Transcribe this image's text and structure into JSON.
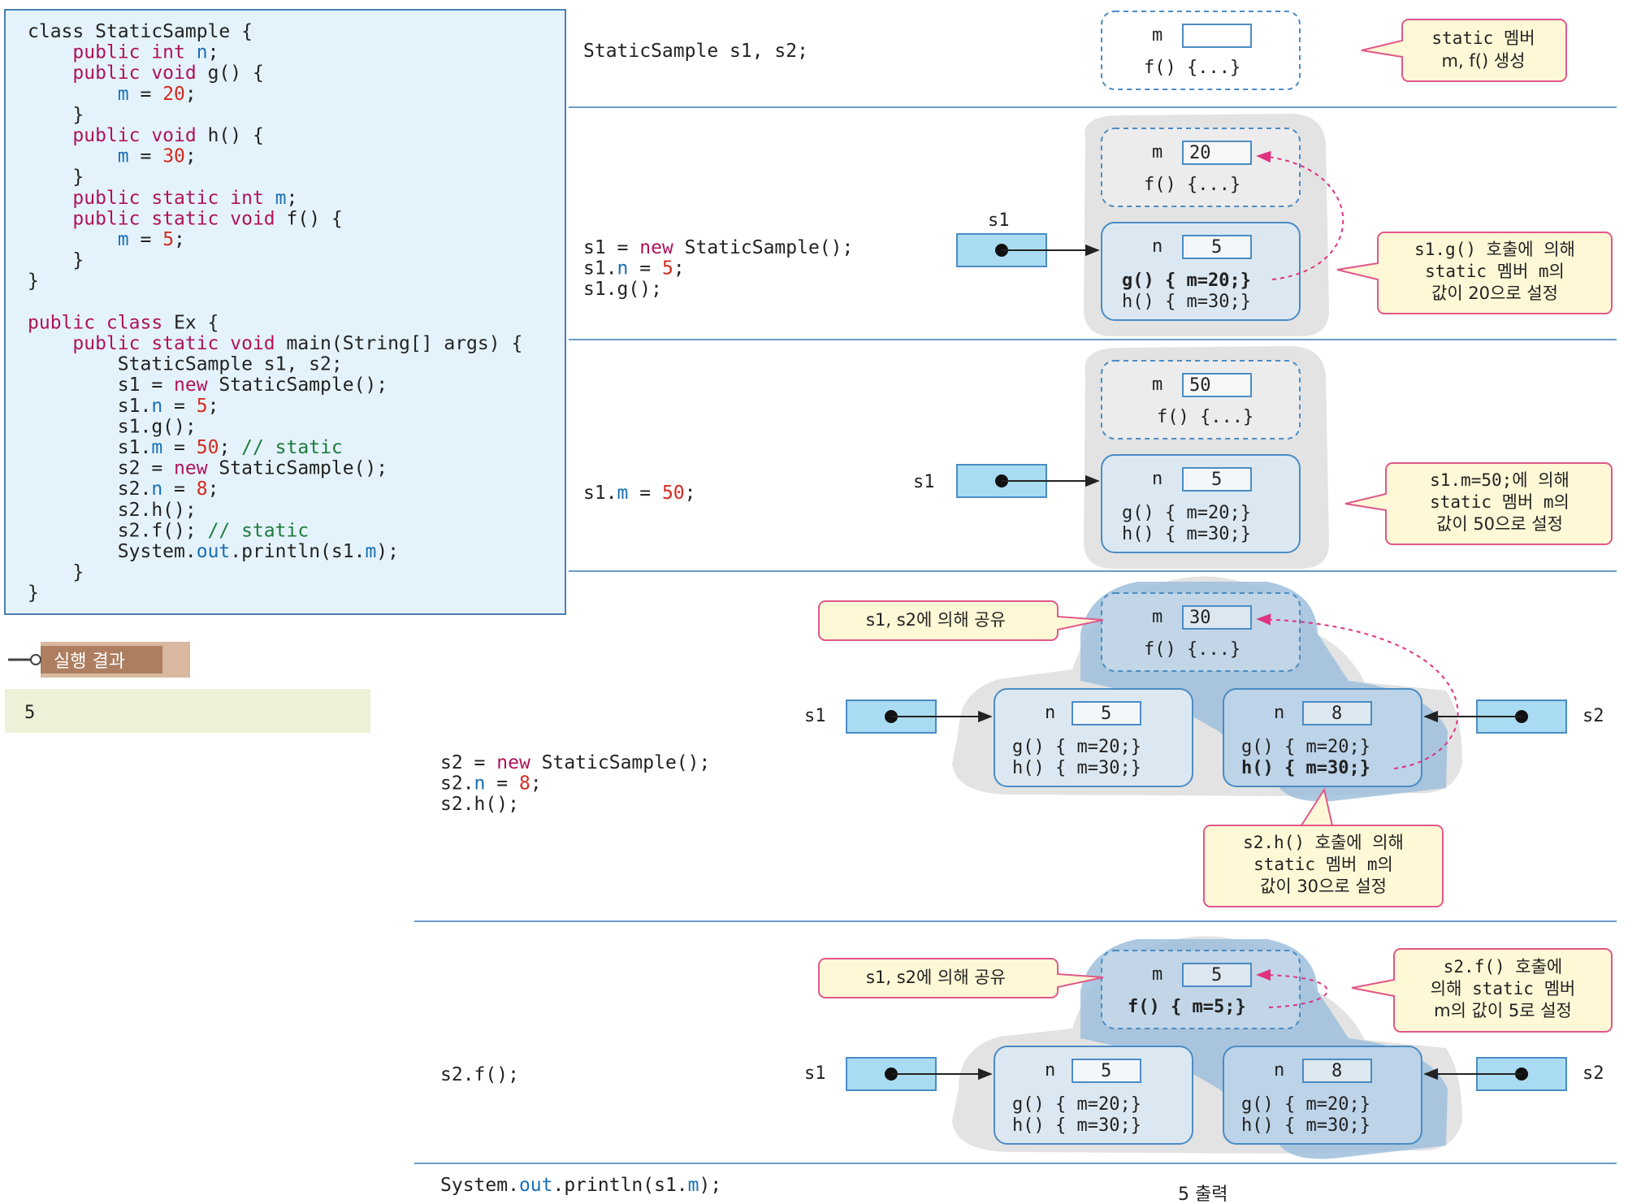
{
  "source_code": [
    [
      {
        "t": "class StaticSample {",
        "c": "plain"
      }
    ],
    [
      {
        "t": "    ",
        "c": "plain"
      },
      {
        "t": "public int ",
        "c": "kw"
      },
      {
        "t": "n",
        "c": "fld"
      },
      {
        "t": ";",
        "c": "plain"
      }
    ],
    [
      {
        "t": "    ",
        "c": "plain"
      },
      {
        "t": "public void ",
        "c": "kw"
      },
      {
        "t": "g() {",
        "c": "plain"
      }
    ],
    [
      {
        "t": "        ",
        "c": "plain"
      },
      {
        "t": "m",
        "c": "fld"
      },
      {
        "t": " = ",
        "c": "plain"
      },
      {
        "t": "20",
        "c": "num"
      },
      {
        "t": ";",
        "c": "plain"
      }
    ],
    [
      {
        "t": "    }",
        "c": "plain"
      }
    ],
    [
      {
        "t": "    ",
        "c": "plain"
      },
      {
        "t": "public void ",
        "c": "kw"
      },
      {
        "t": "h() {",
        "c": "plain"
      }
    ],
    [
      {
        "t": "        ",
        "c": "plain"
      },
      {
        "t": "m",
        "c": "fld"
      },
      {
        "t": " = ",
        "c": "plain"
      },
      {
        "t": "30",
        "c": "num"
      },
      {
        "t": ";",
        "c": "plain"
      }
    ],
    [
      {
        "t": "    }",
        "c": "plain"
      }
    ],
    [
      {
        "t": "    ",
        "c": "plain"
      },
      {
        "t": "public static int ",
        "c": "kw"
      },
      {
        "t": "m",
        "c": "fld"
      },
      {
        "t": ";",
        "c": "plain"
      }
    ],
    [
      {
        "t": "    ",
        "c": "plain"
      },
      {
        "t": "public static void ",
        "c": "kw"
      },
      {
        "t": "f() {",
        "c": "plain"
      }
    ],
    [
      {
        "t": "        ",
        "c": "plain"
      },
      {
        "t": "m",
        "c": "fld"
      },
      {
        "t": " = ",
        "c": "plain"
      },
      {
        "t": "5",
        "c": "num"
      },
      {
        "t": ";",
        "c": "plain"
      }
    ],
    [
      {
        "t": "    }",
        "c": "plain"
      }
    ],
    [
      {
        "t": "}",
        "c": "plain"
      }
    ],
    [
      {
        "t": "",
        "c": "plain"
      }
    ],
    [
      {
        "t": "public class ",
        "c": "kw"
      },
      {
        "t": "Ex {",
        "c": "plain"
      }
    ],
    [
      {
        "t": "    ",
        "c": "plain"
      },
      {
        "t": "public static void ",
        "c": "kw"
      },
      {
        "t": "main(String[] args) {",
        "c": "plain"
      }
    ],
    [
      {
        "t": "        StaticSample s1, s2;",
        "c": "plain"
      }
    ],
    [
      {
        "t": "        s1 = ",
        "c": "plain"
      },
      {
        "t": "new ",
        "c": "kw"
      },
      {
        "t": "StaticSample();",
        "c": "plain"
      }
    ],
    [
      {
        "t": "        s1.",
        "c": "plain"
      },
      {
        "t": "n",
        "c": "fld"
      },
      {
        "t": " = ",
        "c": "plain"
      },
      {
        "t": "5",
        "c": "num"
      },
      {
        "t": ";",
        "c": "plain"
      }
    ],
    [
      {
        "t": "        s1.g();",
        "c": "plain"
      }
    ],
    [
      {
        "t": "        s1.",
        "c": "plain"
      },
      {
        "t": "m",
        "c": "fld"
      },
      {
        "t": " = ",
        "c": "plain"
      },
      {
        "t": "50",
        "c": "num"
      },
      {
        "t": "; ",
        "c": "plain"
      },
      {
        "t": "// static",
        "c": "cmt"
      }
    ],
    [
      {
        "t": "        s2 = ",
        "c": "plain"
      },
      {
        "t": "new ",
        "c": "kw"
      },
      {
        "t": "StaticSample();",
        "c": "plain"
      }
    ],
    [
      {
        "t": "        s2.",
        "c": "plain"
      },
      {
        "t": "n",
        "c": "fld"
      },
      {
        "t": " = ",
        "c": "plain"
      },
      {
        "t": "8",
        "c": "num"
      },
      {
        "t": ";",
        "c": "plain"
      }
    ],
    [
      {
        "t": "        s2.h();",
        "c": "plain"
      }
    ],
    [
      {
        "t": "        s2.f(); ",
        "c": "plain"
      },
      {
        "t": "// static",
        "c": "cmt"
      }
    ],
    [
      {
        "t": "        System.",
        "c": "plain"
      },
      {
        "t": "out",
        "c": "fld"
      },
      {
        "t": ".println(s1.",
        "c": "plain"
      },
      {
        "t": "m",
        "c": "fld"
      },
      {
        "t": ");",
        "c": "plain"
      }
    ],
    [
      {
        "t": "    }",
        "c": "plain"
      }
    ],
    [
      {
        "t": "}",
        "c": "plain"
      }
    ]
  ],
  "result": {
    "tag": "실행 결과",
    "output": "5"
  },
  "steps": [
    {
      "code": [
        [
          {
            "t": "StaticSample s1, s2;",
            "c": "plain"
          }
        ]
      ],
      "static_box": {
        "m": "",
        "f": "f() {...}"
      },
      "callouts": [
        {
          "text": [
            "static 멤버",
            "m, f() 생성"
          ]
        }
      ]
    },
    {
      "code": [
        [
          {
            "t": "s1 = ",
            "c": "plain"
          },
          {
            "t": "new ",
            "c": "kw"
          },
          {
            "t": "StaticSample();",
            "c": "plain"
          }
        ],
        [
          {
            "t": "s1.",
            "c": "plain"
          },
          {
            "t": "n",
            "c": "fld"
          },
          {
            "t": " = ",
            "c": "plain"
          },
          {
            "t": "5",
            "c": "num"
          },
          {
            "t": ";",
            "c": "plain"
          }
        ],
        [
          {
            "t": "s1.g();",
            "c": "plain"
          }
        ]
      ],
      "static_box": {
        "m": "20",
        "f": "f() {...}"
      },
      "refs": [
        "s1"
      ],
      "objects": [
        {
          "n": "5",
          "g": "g() { m=20;}",
          "h": "h() { m=30;}",
          "bold": "g"
        }
      ],
      "callouts": [
        {
          "text": [
            "s1.g() 호출에 의해",
            "static 멤버 m의",
            "값이 20으로 설정"
          ]
        }
      ]
    },
    {
      "code": [
        [
          {
            "t": "s1.",
            "c": "plain"
          },
          {
            "t": "m",
            "c": "fld"
          },
          {
            "t": " = ",
            "c": "plain"
          },
          {
            "t": "50",
            "c": "num"
          },
          {
            "t": ";",
            "c": "plain"
          }
        ]
      ],
      "static_box": {
        "m": "50",
        "f": "f() {...}"
      },
      "refs": [
        "s1"
      ],
      "objects": [
        {
          "n": "5",
          "g": "g() { m=20;}",
          "h": "h() { m=30;}"
        }
      ],
      "callouts": [
        {
          "text": [
            "s1.m=50;에 의해",
            "static 멤버 m의",
            "값이 50으로 설정"
          ]
        }
      ]
    },
    {
      "code": [
        [
          {
            "t": "s2 = ",
            "c": "plain"
          },
          {
            "t": "new ",
            "c": "kw"
          },
          {
            "t": "StaticSample();",
            "c": "plain"
          }
        ],
        [
          {
            "t": "s2.",
            "c": "plain"
          },
          {
            "t": "n",
            "c": "fld"
          },
          {
            "t": " = ",
            "c": "plain"
          },
          {
            "t": "8",
            "c": "num"
          },
          {
            "t": ";",
            "c": "plain"
          }
        ],
        [
          {
            "t": "s2.h();",
            "c": "plain"
          }
        ]
      ],
      "static_box": {
        "m": "30",
        "f": "f() {...}"
      },
      "refs": [
        "s1",
        "s2"
      ],
      "objects": [
        {
          "n": "5",
          "g": "g() { m=20;}",
          "h": "h() { m=30;}"
        },
        {
          "n": "8",
          "g": "g() { m=20;}",
          "h": "h() { m=30;}",
          "bold": "h"
        }
      ],
      "callouts": [
        {
          "text": [
            "s1, s2에 의해 공유"
          ]
        },
        {
          "text": [
            "s2.h() 호출에 의해",
            "static 멤버 m의",
            "값이 30으로 설정"
          ]
        }
      ]
    },
    {
      "code": [
        [
          {
            "t": "s2.f();",
            "c": "plain"
          }
        ]
      ],
      "static_box": {
        "m": "5",
        "f": "f() { m=5;}"
      },
      "refs": [
        "s1",
        "s2"
      ],
      "objects": [
        {
          "n": "5",
          "g": "g() { m=20;}",
          "h": "h() { m=30;}"
        },
        {
          "n": "8",
          "g": "g() { m=20;}",
          "h": "h() { m=30;}"
        }
      ],
      "callouts": [
        {
          "text": [
            "s1, s2에 의해 공유"
          ]
        },
        {
          "text": [
            "s2.f() 호출에",
            "의해 static 멤버",
            "m의 값이 5로 설정"
          ]
        }
      ]
    },
    {
      "code": [
        [
          {
            "t": "System.",
            "c": "plain"
          },
          {
            "t": "out",
            "c": "fld"
          },
          {
            "t": ".println(s1.",
            "c": "plain"
          },
          {
            "t": "m",
            "c": "fld"
          },
          {
            "t": ");",
            "c": "plain"
          }
        ]
      ],
      "output_note": "5 출력"
    }
  ],
  "labels": {
    "m": "m",
    "n": "n"
  },
  "colors": {
    "code_bg": "#e4f3fb",
    "code_border": "#4b7fb0",
    "box_fill": "#dce8f1",
    "box_stroke": "#4b8cc4",
    "ref_fill": "#a9dcf2",
    "value_text": "#b0125a",
    "callout_fill": "#fff8d6",
    "callout_stroke": "#e0578a",
    "shadow_gray": "#e3e3e3",
    "shadow_blue": "#9dbfdc",
    "tag_fill": "#ad7e5f",
    "result_fill": "#eef0d8",
    "divider": "#6b9bc9",
    "dash_arrow": "#e0337f"
  }
}
